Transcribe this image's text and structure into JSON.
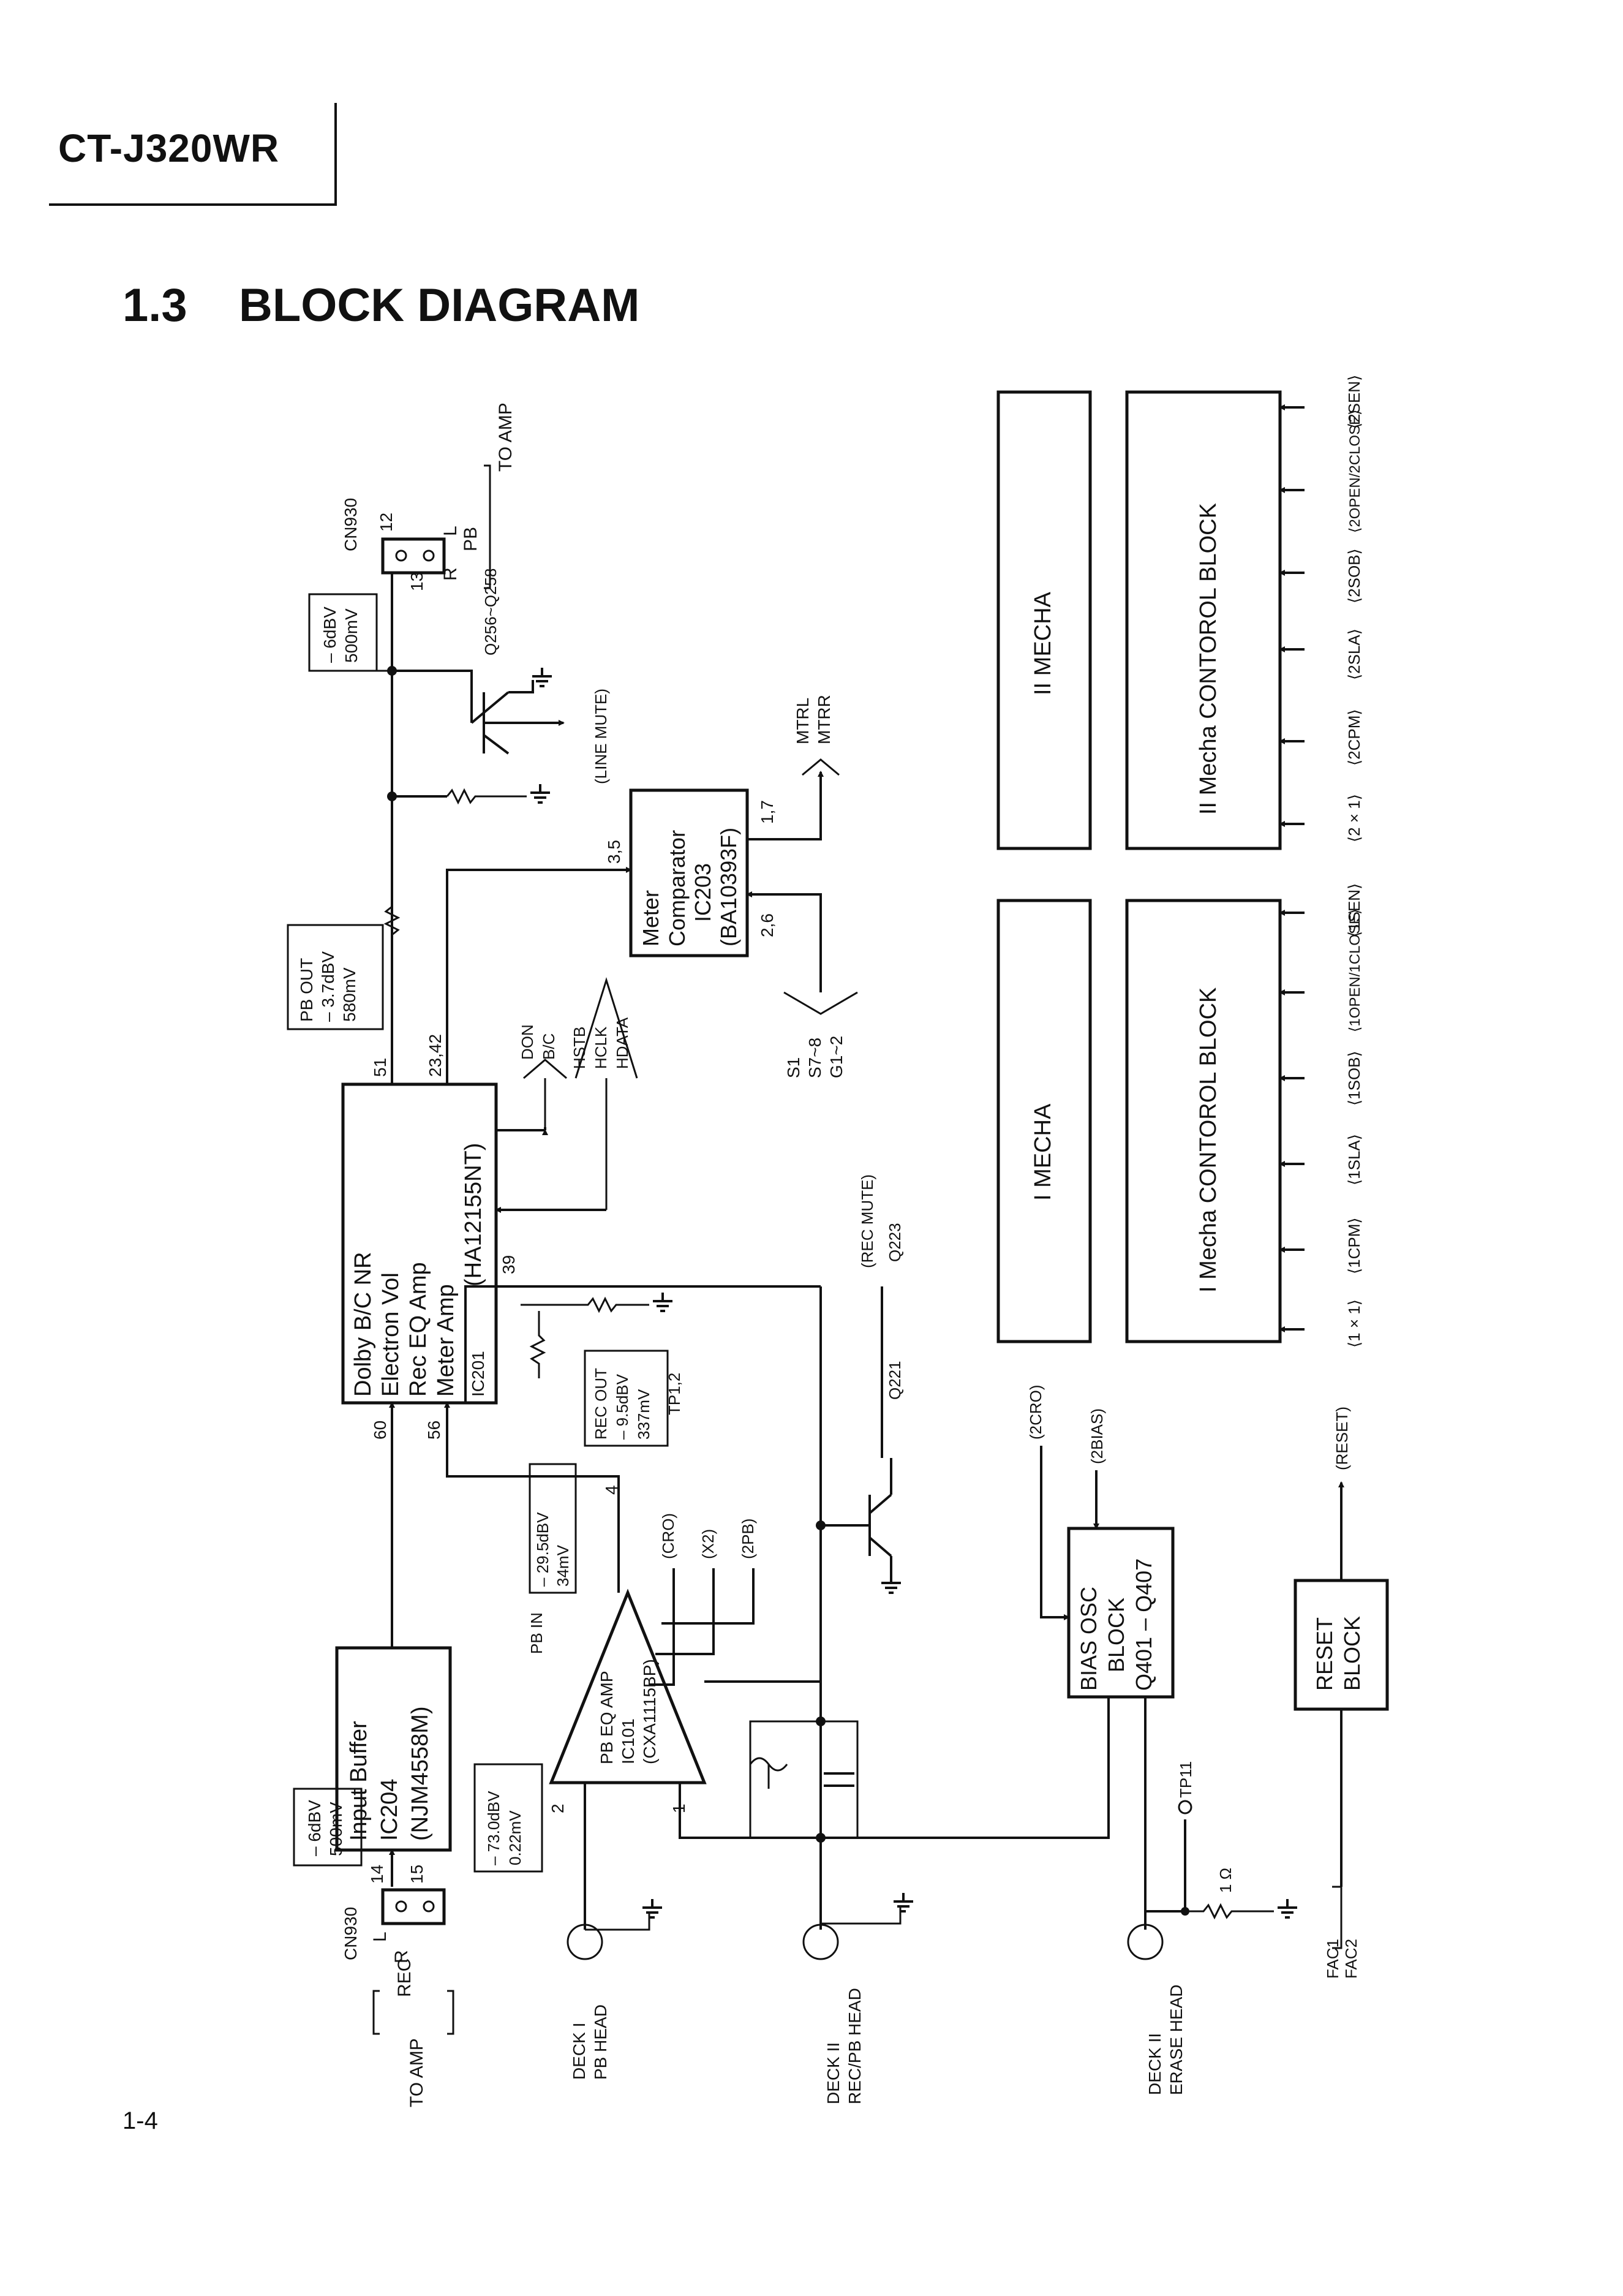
{
  "header": {
    "model": "CT-J320WR",
    "section_number": "1.3",
    "section_title": "BLOCK DIAGRAM",
    "page_number": "1-4"
  },
  "blocks": {
    "dolby": [
      "Dolby B/C NR",
      "Electron Vol",
      "Rec EQ Amp",
      "Meter Amp",
      "(HA12155NT)"
    ],
    "dolby_ref": "IC201",
    "comparator": [
      "Meter",
      "Comparator",
      "IC203",
      "(BA10393F)"
    ],
    "input_buffer": [
      "Input Buffer",
      "IC204",
      "(NJM4558M)"
    ],
    "pb_eq": [
      "PB EQ AMP",
      "IC101",
      "(CXA1115BP)"
    ],
    "bias_osc": [
      "BIAS OSC",
      "BLOCK",
      "Q401 – Q407"
    ],
    "reset": [
      "RESET",
      "BLOCK"
    ],
    "mecha1": "I  MECHA",
    "mecha2": "II  MECHA",
    "ctrl1": "I Mecha CONTOROL BLOCK",
    "ctrl2": "II Mecha CONTOROL BLOCK"
  },
  "labels": {
    "cn930_top": "CN930",
    "cn930_bottom": "CN930",
    "pin12": "12",
    "pin13": "13",
    "pin14": "14",
    "pin15": "15",
    "L": "L",
    "R": "R",
    "PB": "PB",
    "REC": "REC",
    "to_amp_top": "TO AMP",
    "to_amp_bottom": "TO AMP",
    "level_out": [
      "– 6dBV",
      "500mV"
    ],
    "level_in": [
      "– 6dBV",
      "500mV"
    ],
    "q256": "Q256~Q258",
    "line_mute": "(LINE MUTE)",
    "pb_out": [
      "PB  OUT",
      "– 3.7dBV",
      "580mV"
    ],
    "rec_out": [
      "REC OUT",
      "– 9.5dBV",
      "337mV"
    ],
    "tp12": "TP1,2",
    "pb_in_label": "PB IN",
    "pb_in": [
      "– 29.5dBV",
      "34mV"
    ],
    "head_level": [
      "– 73.0dBV",
      "0.22mV"
    ],
    "pin_51": "51",
    "pin_2342": "23,42",
    "pin_60": "60",
    "pin_56": "56",
    "pin_39": "39",
    "pin_4": "4",
    "pin_35": "3,5",
    "pin_26": "2,6",
    "pin_17": "1,7",
    "pin_2": "2",
    "pin_1": "1",
    "don_bc": [
      "DON",
      "B/C"
    ],
    "hstb": [
      "HSTB",
      "HCLK",
      "HDATA"
    ],
    "mtr": [
      "MTRL",
      "MTRR"
    ],
    "s1": [
      "S1",
      "S7~8",
      "G1~2"
    ],
    "cro": "(CRO)",
    "x2": "(X2)",
    "pb2": "(2PB)",
    "rec_mute": "(REC MUTE)",
    "q223": "Q223",
    "q221": "Q221",
    "cro2": "(2CRO)",
    "bias2": "(2BIAS)",
    "tp11": "TP11",
    "ohm": "1 Ω",
    "fac": [
      "FAC1",
      "FAC2"
    ],
    "reset_sig": "(RESET)",
    "deck1": [
      "DECK I",
      "PB HEAD"
    ],
    "deck2": [
      "DECK II",
      "REC/PB HEAD"
    ],
    "deck2e": [
      "DECK II",
      "ERASE HEAD"
    ],
    "ctrl1_signals": [
      "⟨1 × 1⟩",
      "⟨1CPM⟩",
      "⟨1SLA⟩",
      "⟨1SOB⟩",
      "⟨1OPEN/1CLOSE⟩",
      "⟨1SEN⟩"
    ],
    "ctrl2_signals": [
      "⟨2 × 1⟩",
      "⟨2CPM⟩",
      "⟨2SLA⟩",
      "⟨2SOB⟩",
      "⟨2OPEN/2CLOSE⟩",
      "⟨2SEN⟩"
    ]
  }
}
